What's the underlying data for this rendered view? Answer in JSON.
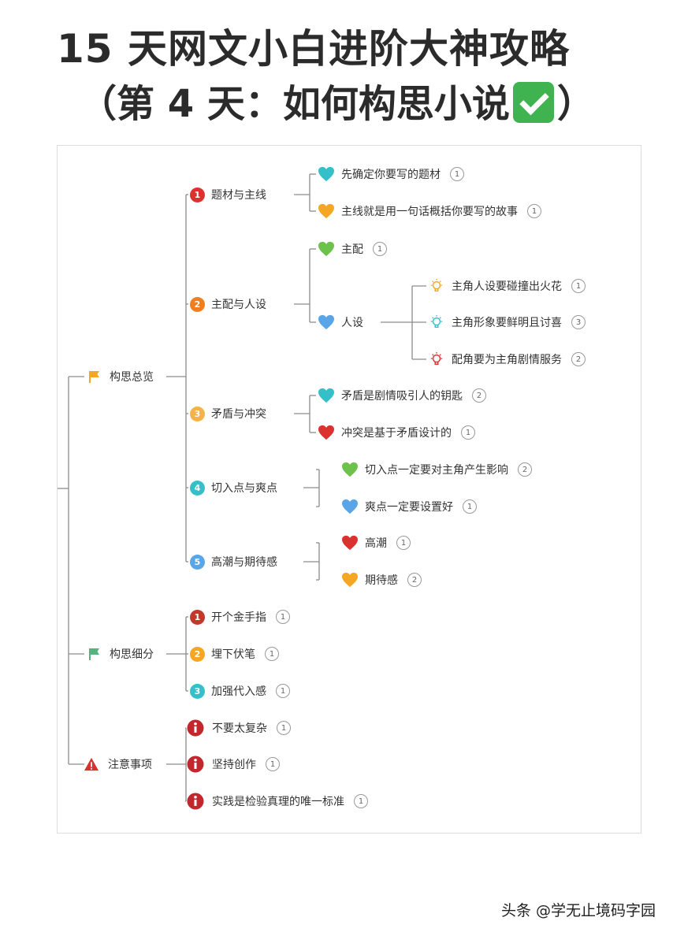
{
  "title": {
    "line1": "15 天网文小白进阶大神攻略",
    "line2_prefix": "（第 4 天：如何构思小说",
    "line2_suffix": "）"
  },
  "watermark": "头条 @学无止境码字园",
  "colors": {
    "red": "#d9322f",
    "orange": "#f07d1e",
    "amber": "#f5a623",
    "teal": "#35bfc8",
    "blue": "#5aa5e8",
    "green": "#6cc24a",
    "flag_orange": "#f5a623",
    "flag_green": "#56b37f",
    "warn": "#d93030"
  },
  "tree": {
    "branches": [
      {
        "label": "构思总览",
        "icon": "flag-orange-icon",
        "children": [
          {
            "label": "题材与主线",
            "num": "1",
            "num_color": "#d9322f",
            "children": [
              {
                "label": "先确定你要写的题材",
                "icon": "heart-teal-icon",
                "count": "1"
              },
              {
                "label": "主线就是用一句话概括你要写的故事",
                "icon": "heart-amber-icon",
                "count": "1"
              }
            ]
          },
          {
            "label": "主配与人设",
            "num": "2",
            "num_color": "#f07d1e",
            "children": [
              {
                "label": "主配",
                "icon": "heart-green-icon",
                "count": "1"
              },
              {
                "label": "人设",
                "icon": "heart-blue-icon",
                "children": [
                  {
                    "label": "主角人设要碰撞出火花",
                    "icon": "bulb-orange-icon",
                    "count": "1"
                  },
                  {
                    "label": "主角形象要鲜明且讨喜",
                    "icon": "bulb-teal-icon",
                    "count": "3"
                  },
                  {
                    "label": "配角要为主角剧情服务",
                    "icon": "bulb-red-icon",
                    "count": "2"
                  }
                ]
              }
            ]
          },
          {
            "label": "矛盾与冲突",
            "num": "3",
            "num_color": "#f5b24a",
            "children": [
              {
                "label": "矛盾是剧情吸引人的钥匙",
                "icon": "heart-teal-icon",
                "count": "2"
              },
              {
                "label": "冲突是基于矛盾设计的",
                "icon": "heart-red-icon",
                "count": "1"
              }
            ]
          },
          {
            "label": "切入点与爽点",
            "num": "4",
            "num_color": "#35bfc8",
            "children": [
              {
                "label": "切入点一定要对主角产生影响",
                "icon": "heart-green-icon",
                "count": "2"
              },
              {
                "label": "爽点一定要设置好",
                "icon": "heart-blue-icon",
                "count": "1"
              }
            ]
          },
          {
            "label": "高潮与期待感",
            "num": "5",
            "num_color": "#5aa5e8",
            "children": [
              {
                "label": "高潮",
                "icon": "heart-red-icon",
                "count": "1"
              },
              {
                "label": "期待感",
                "icon": "heart-amber-icon",
                "count": "2"
              }
            ]
          }
        ]
      },
      {
        "label": "构思细分",
        "icon": "flag-green-icon",
        "children": [
          {
            "label": "开个金手指",
            "num": "1",
            "num_color": "#c0392b",
            "count": "1"
          },
          {
            "label": "埋下伏笔",
            "num": "2",
            "num_color": "#f5a623",
            "count": "1"
          },
          {
            "label": "加强代入感",
            "num": "3",
            "num_color": "#35bfc8",
            "count": "1"
          }
        ]
      },
      {
        "label": "注意事项",
        "icon": "warning-icon",
        "children": [
          {
            "label": "不要太复杂",
            "icon": "info-icon",
            "count": "1"
          },
          {
            "label": "坚持创作",
            "icon": "info-icon",
            "count": "1"
          },
          {
            "label": "实践是检验真理的唯一标准",
            "icon": "info-icon",
            "count": "1"
          }
        ]
      }
    ]
  }
}
